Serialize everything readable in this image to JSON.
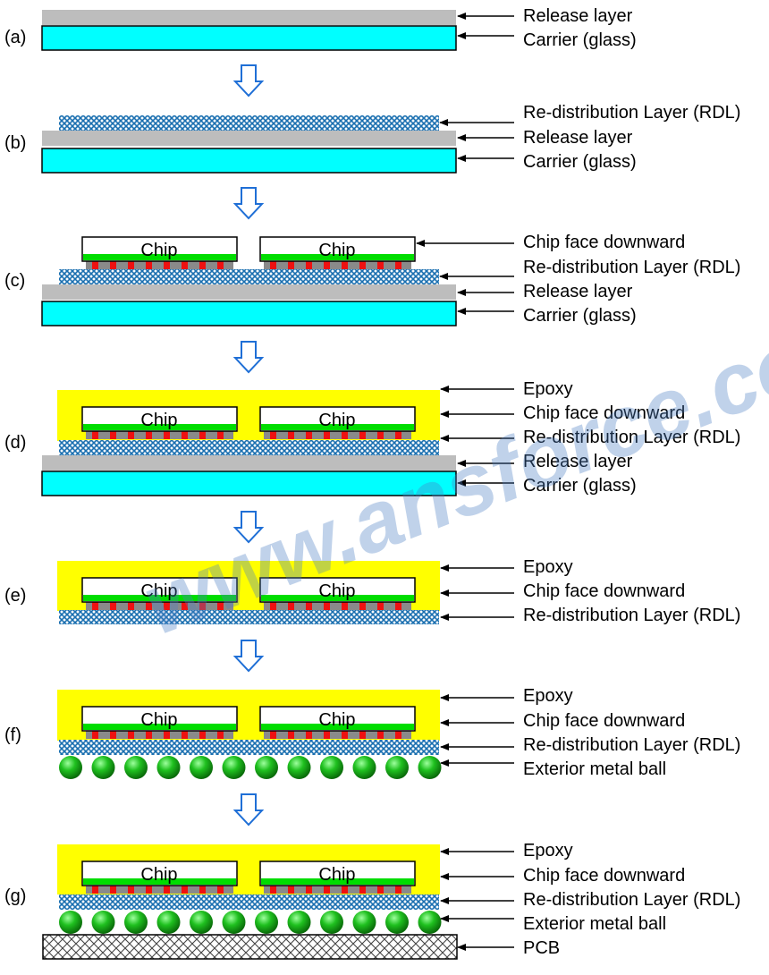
{
  "colors": {
    "release": "#bdbdbd",
    "carrier": "#00ffff",
    "epoxy": "#ffff00",
    "chip_face": "#00dd00",
    "pad": "#ee1111",
    "rdl": "#1a6fb0",
    "ball": "#0aa30a",
    "pcb": "#444444",
    "arrow": "#1f6fd6"
  },
  "watermark": "www.ansforce.com",
  "chip_label": "Chip",
  "stages": [
    {
      "id": "a",
      "tag": "(a)",
      "labels": [
        "Release layer",
        "Carrier (glass)"
      ]
    },
    {
      "id": "b",
      "tag": "(b)",
      "labels": [
        "Re-distribution Layer (RDL)",
        "Release layer",
        "Carrier (glass)"
      ]
    },
    {
      "id": "c",
      "tag": "(c)",
      "labels": [
        "Chip face downward",
        "Re-distribution Layer (RDL)",
        "Release layer",
        "Carrier (glass)"
      ]
    },
    {
      "id": "d",
      "tag": "(d)",
      "labels": [
        "Epoxy",
        "Chip face downward",
        "Re-distribution Layer (RDL)",
        "Release layer",
        "Carrier (glass)"
      ]
    },
    {
      "id": "e",
      "tag": "(e)",
      "labels": [
        "Epoxy",
        "Chip face downward",
        "Re-distribution Layer (RDL)"
      ]
    },
    {
      "id": "f",
      "tag": "(f)",
      "labels": [
        "Epoxy",
        "Chip face downward",
        "Re-distribution Layer (RDL)",
        "Exterior metal ball"
      ]
    },
    {
      "id": "g",
      "tag": "(g)",
      "labels": [
        "Epoxy",
        "Chip face downward",
        "Re-distribution Layer (RDL)",
        "Exterior metal ball",
        "PCB"
      ]
    }
  ]
}
